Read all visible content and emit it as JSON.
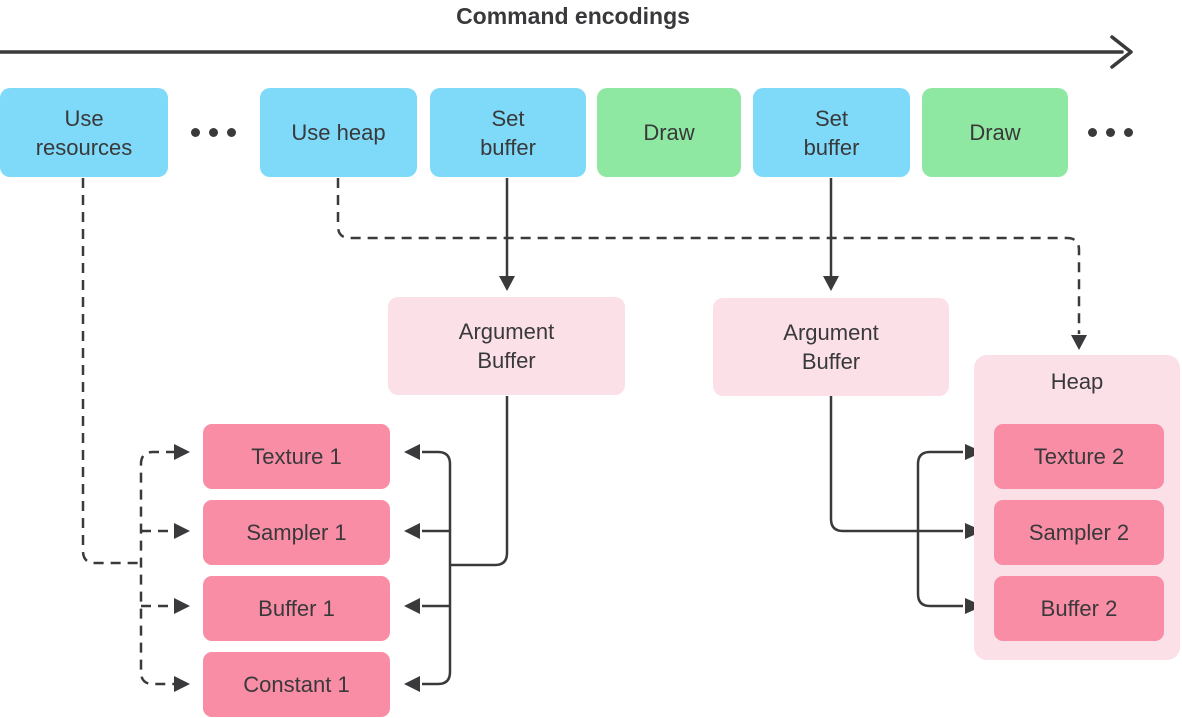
{
  "title": "Command encodings",
  "colors": {
    "background": "#ffffff",
    "blue": "#7EDAF8",
    "green": "#8EE8A1",
    "pink_light": "#FBE1E7",
    "pink_dark": "#F98DA5",
    "line": "#3A3A3C",
    "text": "#39393B"
  },
  "commands": {
    "use_resources": "Use\nresources",
    "use_heap": "Use heap",
    "set_buffer_1": "Set\nbuffer",
    "draw_1": "Draw",
    "set_buffer_2": "Set\nbuffer",
    "draw_2": "Draw"
  },
  "ellipsis": "•••",
  "argument_buffer_1": "Argument\nBuffer",
  "argument_buffer_2": "Argument\nBuffer",
  "heap": {
    "label": "Heap",
    "items": {
      "texture": "Texture 2",
      "sampler": "Sampler 2",
      "buffer": "Buffer 2"
    }
  },
  "resources": {
    "texture": "Texture 1",
    "sampler": "Sampler 1",
    "buffer": "Buffer 1",
    "constant": "Constant 1"
  }
}
